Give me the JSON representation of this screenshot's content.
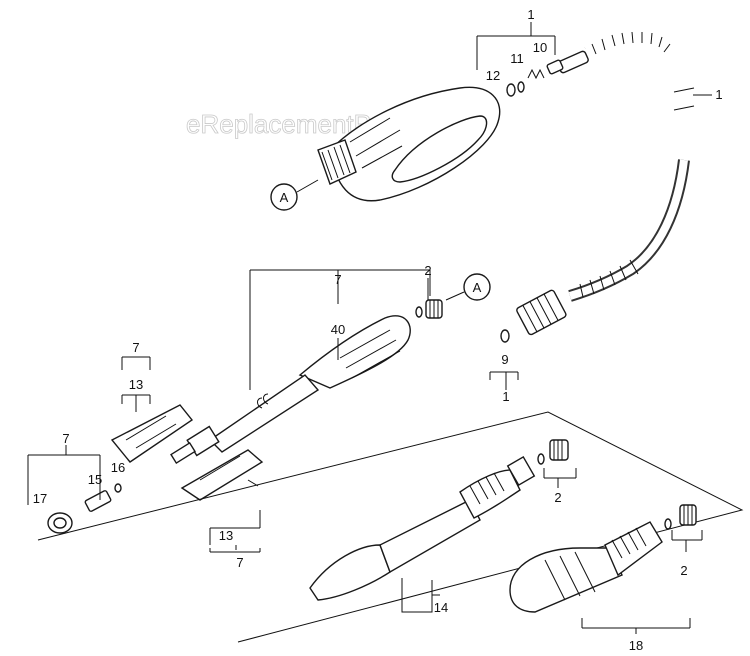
{
  "watermark": "eReplacementParts.com",
  "callouts": {
    "a1": "A",
    "a2": "A"
  },
  "labels": {
    "hose_group": "1",
    "p11": "11",
    "p10": "10",
    "p12": "12",
    "hose_right": "1",
    "p7_top": "7",
    "p2_top": "2",
    "p40": "40",
    "p7_left": "7",
    "p13_left": "13",
    "p9": "9",
    "p1_bottom": "1",
    "p7_lower": "7",
    "p16": "16",
    "p15": "15",
    "p17": "17",
    "p13_lower": "13",
    "p7_bottom": "7",
    "p2_mid": "2",
    "p2_right": "2",
    "p14": "14",
    "p18": "18"
  }
}
